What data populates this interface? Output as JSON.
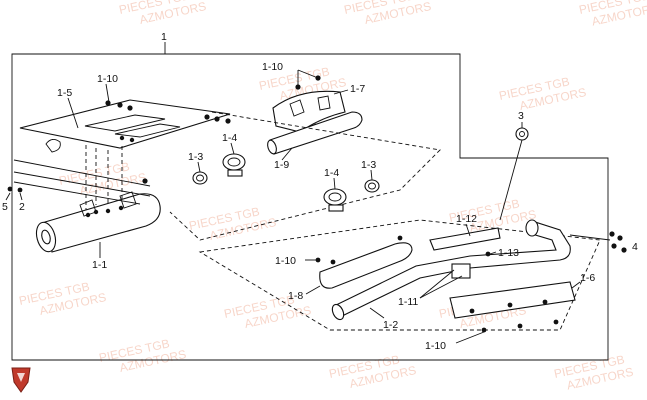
{
  "diagram": {
    "watermark": {
      "line1": "PIECES TGB",
      "line2": "AZMOTORS"
    },
    "labels": {
      "l_1": "1",
      "l_1_10_top_a": "1-10",
      "l_1_10_top_b": "1-10",
      "l_1_5": "1-5",
      "l_1_7": "1-7",
      "l_1_4_a": "1-4",
      "l_1_3_a": "1-3",
      "l_1_9": "1-9",
      "l_1_4_b": "1-4",
      "l_1_3_b": "1-3",
      "l_5": "5",
      "l_2": "2",
      "l_1_1": "1-1",
      "l_3": "3",
      "l_1_12": "1-12",
      "l_1_13": "1-13",
      "l_4": "4",
      "l_1_10_mid": "1-10",
      "l_1_8": "1-8",
      "l_1_11": "1-11",
      "l_1_6": "1-6",
      "l_1_2": "1-2",
      "l_1_10_bot": "1-10"
    }
  }
}
